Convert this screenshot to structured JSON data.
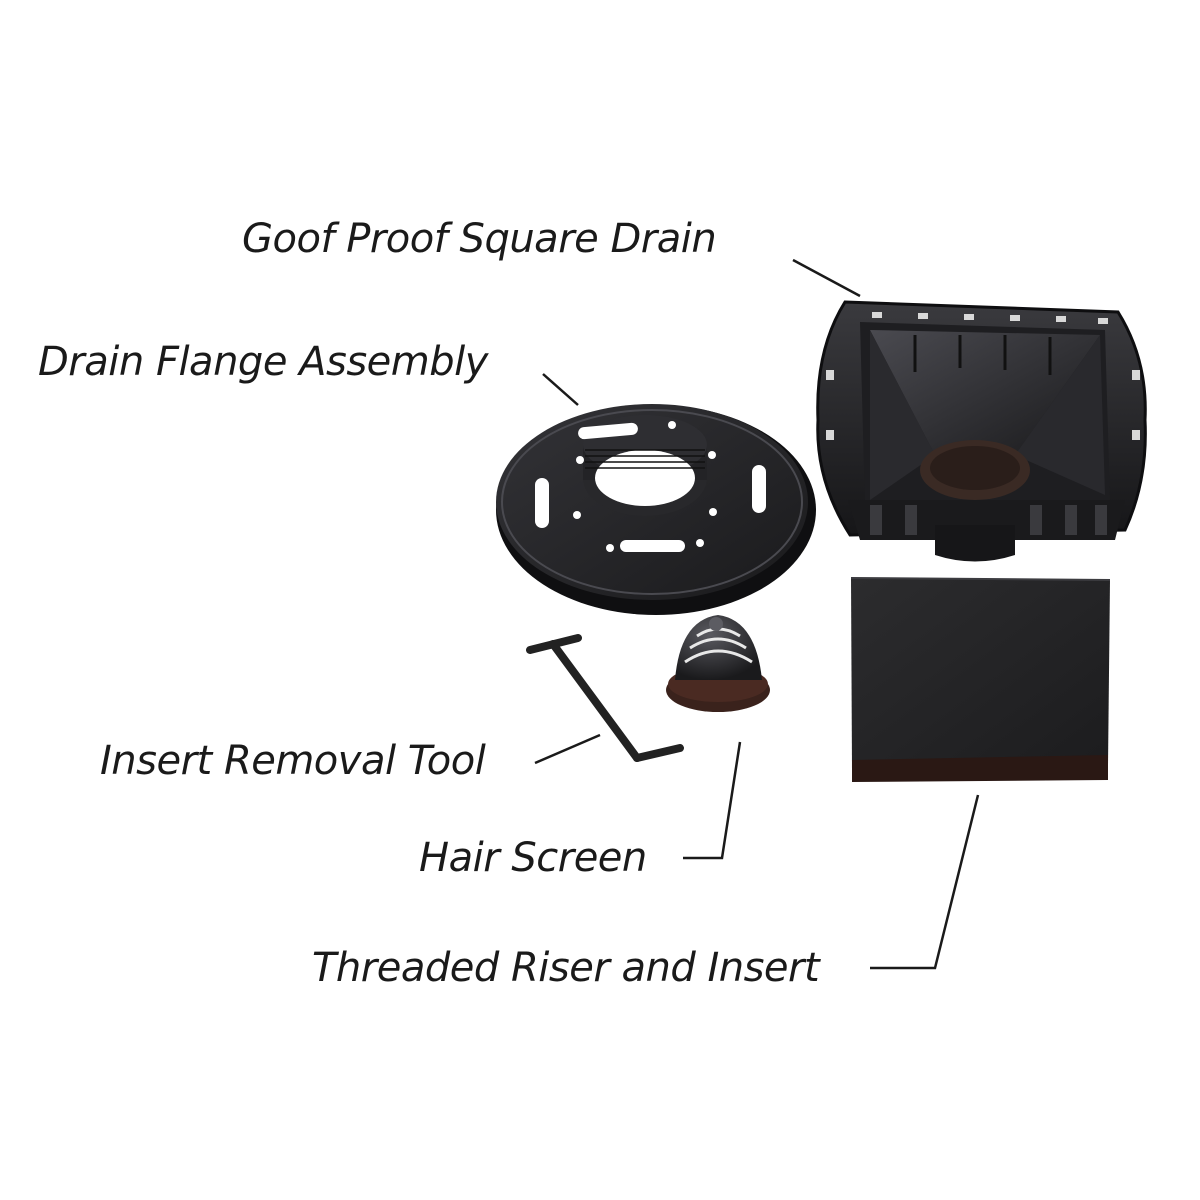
{
  "colors": {
    "part_dark": "#1c1c1e",
    "part_mid": "#2e2e31",
    "part_highlight": "#6a6a70",
    "leader_line": "#1a1a1a",
    "background": "#ffffff"
  },
  "labels": {
    "goof_proof_square_drain": "Goof Proof Square Drain",
    "drain_flange_assembly": "Drain Flange Assembly",
    "insert_removal_tool": "Insert Removal Tool",
    "hair_screen": "Hair Screen",
    "threaded_riser_and_insert": "Threaded Riser and Insert"
  }
}
